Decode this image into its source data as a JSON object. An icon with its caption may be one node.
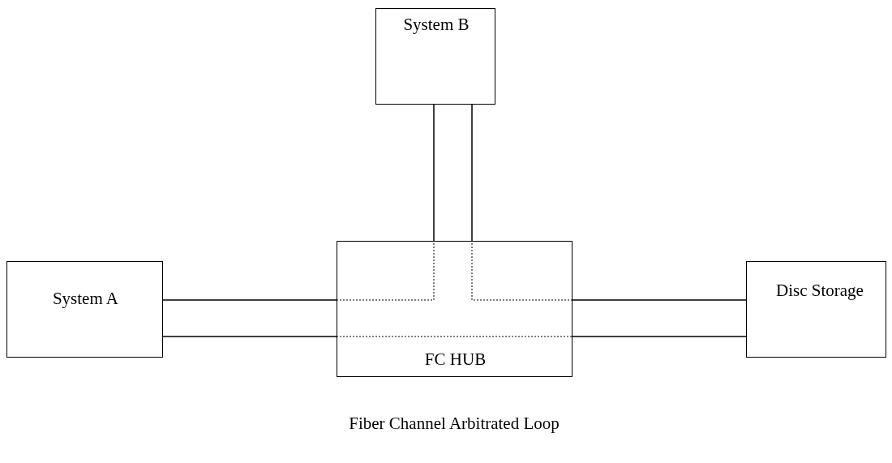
{
  "diagram": {
    "nodes": [
      {
        "text": [
          "System B"
        ]
      },
      {
        "text": [
          "System A"
        ]
      },
      {
        "text": [
          "FC HUB"
        ]
      },
      {
        "text": [
          "Disc Storage"
        ]
      }
    ],
    "edges": [
      {
        "from": 0,
        "to": 2,
        "arrow": "none"
      },
      {
        "from": 0,
        "to": 2,
        "arrow": "none"
      },
      {
        "from": 1,
        "to": 2,
        "arrow": "none"
      },
      {
        "from": 1,
        "to": 2,
        "arrow": "none"
      },
      {
        "from": 2,
        "to": 3,
        "arrow": "none"
      },
      {
        "from": 2,
        "to": 3,
        "arrow": "none"
      }
    ],
    "caption": "Fiber Channel Arbitrated Loop"
  }
}
